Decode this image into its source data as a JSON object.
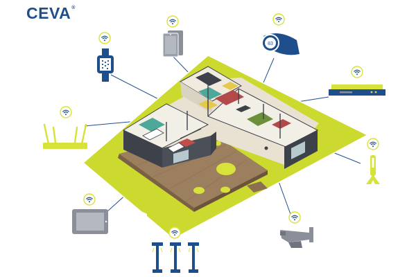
{
  "brand": {
    "name": "CEVA",
    "mark": "®"
  },
  "thermostat": {
    "reading": "83"
  },
  "colors": {
    "navy": "#1f4e8c",
    "grey": "#8a8f99",
    "lime": "#d7e33a",
    "lawn": "#ccd92f",
    "deck": "#9c7f5e",
    "wall": "#3d4149",
    "wifi": "#d7e33a"
  },
  "devices": [
    {
      "name": "smartwatch",
      "icon": "smartwatch-icon"
    },
    {
      "name": "smartphone",
      "icon": "smartphone-icon"
    },
    {
      "name": "thermostat",
      "icon": "thermostat-icon"
    },
    {
      "name": "set-top-box",
      "icon": "set-top-box-icon"
    },
    {
      "name": "router",
      "icon": "router-icon"
    },
    {
      "name": "sensor",
      "icon": "sensor-icon"
    },
    {
      "name": "tablet",
      "icon": "tablet-icon"
    },
    {
      "name": "security-camera",
      "icon": "security-camera-icon"
    },
    {
      "name": "garden-lights",
      "icon": "garden-light-icon"
    }
  ]
}
